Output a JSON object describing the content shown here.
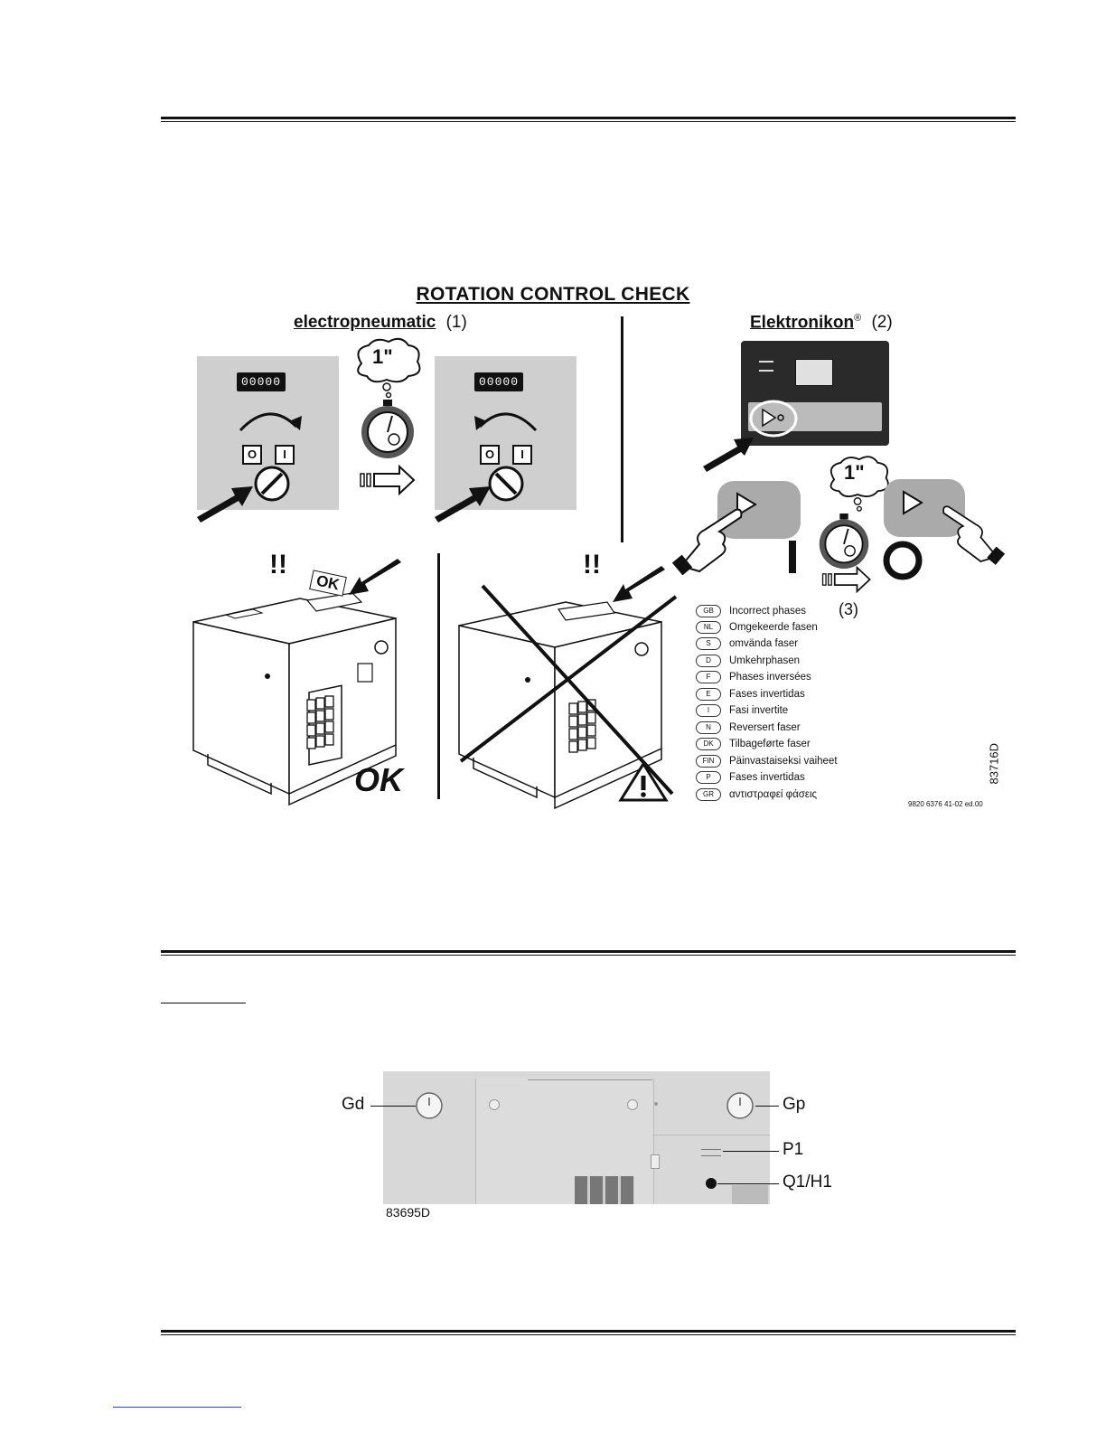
{
  "figure": {
    "title": "ROTATION CONTROL CHECK",
    "left_heading": "electropneumatic",
    "left_heading_num": "(1)",
    "right_heading": "Elektronikon",
    "right_heading_sup": "®",
    "right_heading_num": "(2)",
    "counter_digits": "00000",
    "thought_left": "1\"",
    "thought_right": "1\"",
    "btn_zero": "O",
    "btn_one": "I",
    "ok_sign": "OK",
    "ok_big": "OK",
    "exclaim_left": "!!",
    "exclaim_right": "!!",
    "step3": "(3)",
    "code_vertical": "83716D",
    "doc_ref": "9820 6376 41-02 ed.00",
    "languages": [
      {
        "code": "GB",
        "text": "Incorrect phases"
      },
      {
        "code": "NL",
        "text": "Omgekeerde fasen"
      },
      {
        "code": "S",
        "text": "omvända faser"
      },
      {
        "code": "D",
        "text": "Umkehrphasen"
      },
      {
        "code": "F",
        "text": "Phases inversées"
      },
      {
        "code": "E",
        "text": "Fases invertidas"
      },
      {
        "code": "I",
        "text": "Fasi invertite"
      },
      {
        "code": "N",
        "text": "Reversert faser"
      },
      {
        "code": "DK",
        "text": "Tilbageførte faser"
      },
      {
        "code": "FIN",
        "text": "Päinvastaiseksi vaiheet"
      },
      {
        "code": "P",
        "text": "Fases invertidas"
      },
      {
        "code": "GR",
        "text": "αντιστραφεί φάσεις"
      }
    ]
  },
  "panel_figure": {
    "code": "83695D",
    "callouts": {
      "gd": "Gd",
      "gp": "Gp",
      "p1": "P1",
      "q1h1": "Q1/H1"
    }
  }
}
